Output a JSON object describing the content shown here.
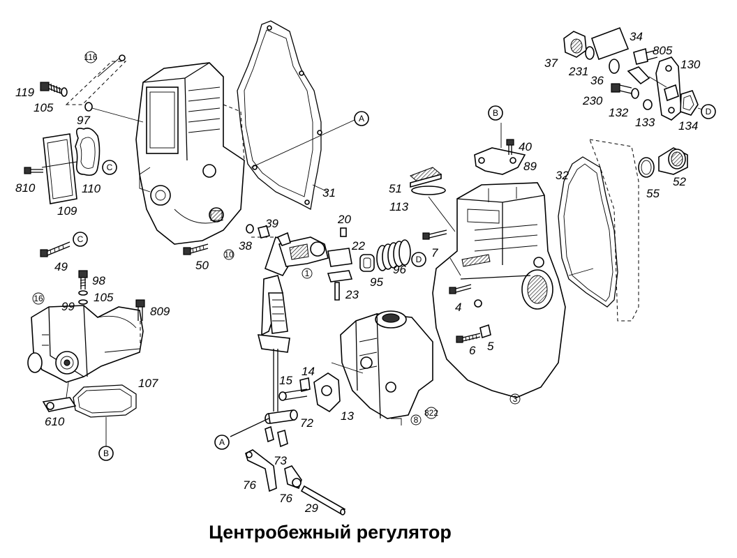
{
  "caption": "Центробежный регулятор",
  "labels": {
    "p119": "119",
    "p105a": "105",
    "p97": "97",
    "p810": "810",
    "p110": "110",
    "p109": "109",
    "p31": "31",
    "p49": "49",
    "p50": "50",
    "p38": "38",
    "p39": "39",
    "p98": "98",
    "p105b": "105",
    "p99": "99",
    "p809": "809",
    "p107": "107",
    "p610": "610",
    "p20": "20",
    "p22": "22",
    "p23": "23",
    "p95": "95",
    "p96": "96",
    "p7": "7",
    "p51": "51",
    "p113": "113",
    "p40": "40",
    "p89": "89",
    "p32": "32",
    "p55": "55",
    "p52": "52",
    "p4": "4",
    "p6": "6",
    "p5": "5",
    "p14": "14",
    "p15": "15",
    "p72": "72",
    "p13": "13",
    "p73": "73",
    "p76a": "76",
    "p76b": "76",
    "p29": "29",
    "p37": "37",
    "p231": "231",
    "p34": "34",
    "p805": "805",
    "p130": "130",
    "p36": "36",
    "p230": "230",
    "p132": "132",
    "p133": "133",
    "p134": "134"
  },
  "markers": {
    "a1": "A",
    "a2": "A",
    "b1": "B",
    "b2": "B",
    "c1": "C",
    "c2": "C",
    "d1": "D",
    "d2": "D"
  },
  "refs": {
    "r116": "116",
    "r10a": "10",
    "r1": "1",
    "r16": "16",
    "r3": "3",
    "r8": "8",
    "r822": "822"
  }
}
